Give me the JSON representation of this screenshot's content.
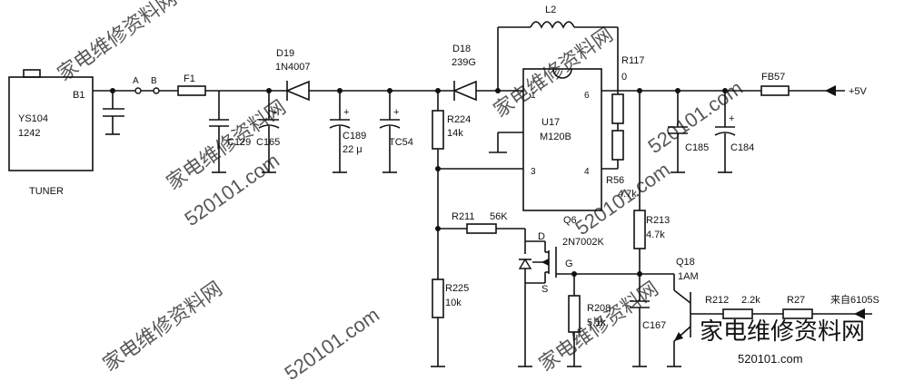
{
  "tuner": {
    "label": "TUNER",
    "model": "YS104",
    "code": "1242",
    "pin": "B1"
  },
  "nodes": {
    "a": "A",
    "b": "B"
  },
  "fuse": {
    "ref": "F1"
  },
  "d19": {
    "ref": "D19",
    "part": "1N4007"
  },
  "d18": {
    "ref": "D18",
    "part": "239G"
  },
  "l2": {
    "ref": "L2"
  },
  "c129": {
    "ref": "C129"
  },
  "c165": {
    "ref": "C165"
  },
  "c189": {
    "ref": "C189",
    "value": "22 μ"
  },
  "tc54": {
    "ref": "TC54"
  },
  "r224": {
    "ref": "R224",
    "value": "14k"
  },
  "u17": {
    "ref": "U17",
    "part": "M120B",
    "pin1": "1",
    "pin3": "3",
    "pin4": "4",
    "pin6": "6"
  },
  "r117": {
    "ref": "R117",
    "value": "0"
  },
  "r56": {
    "ref": "R56",
    "value": "4.7k"
  },
  "fb57": {
    "ref": "FB57"
  },
  "supply": {
    "label": "+5V"
  },
  "c185": {
    "ref": "C185"
  },
  "c184": {
    "ref": "C184"
  },
  "r211": {
    "ref": "R211",
    "value": "56K"
  },
  "q6": {
    "ref": "Q6",
    "part": "2N7002K",
    "d": "D",
    "g": "G",
    "s": "S"
  },
  "r213": {
    "ref": "R213",
    "value": "4.7k"
  },
  "r225": {
    "ref": "R225",
    "value": "10k"
  },
  "r208": {
    "ref": "R208",
    "value": "5.1k"
  },
  "c167": {
    "ref": "C167"
  },
  "q18": {
    "ref": "Q18",
    "part": "1AM"
  },
  "r212": {
    "ref": "R212",
    "value": "2.2k"
  },
  "r27": {
    "ref": "R27"
  },
  "source": {
    "label": "来自6105S"
  },
  "watermark": {
    "text": "家电维修资料网",
    "site": "520101.com"
  },
  "logo": {
    "text": "家电维修资料网",
    "url": "520101.com"
  }
}
